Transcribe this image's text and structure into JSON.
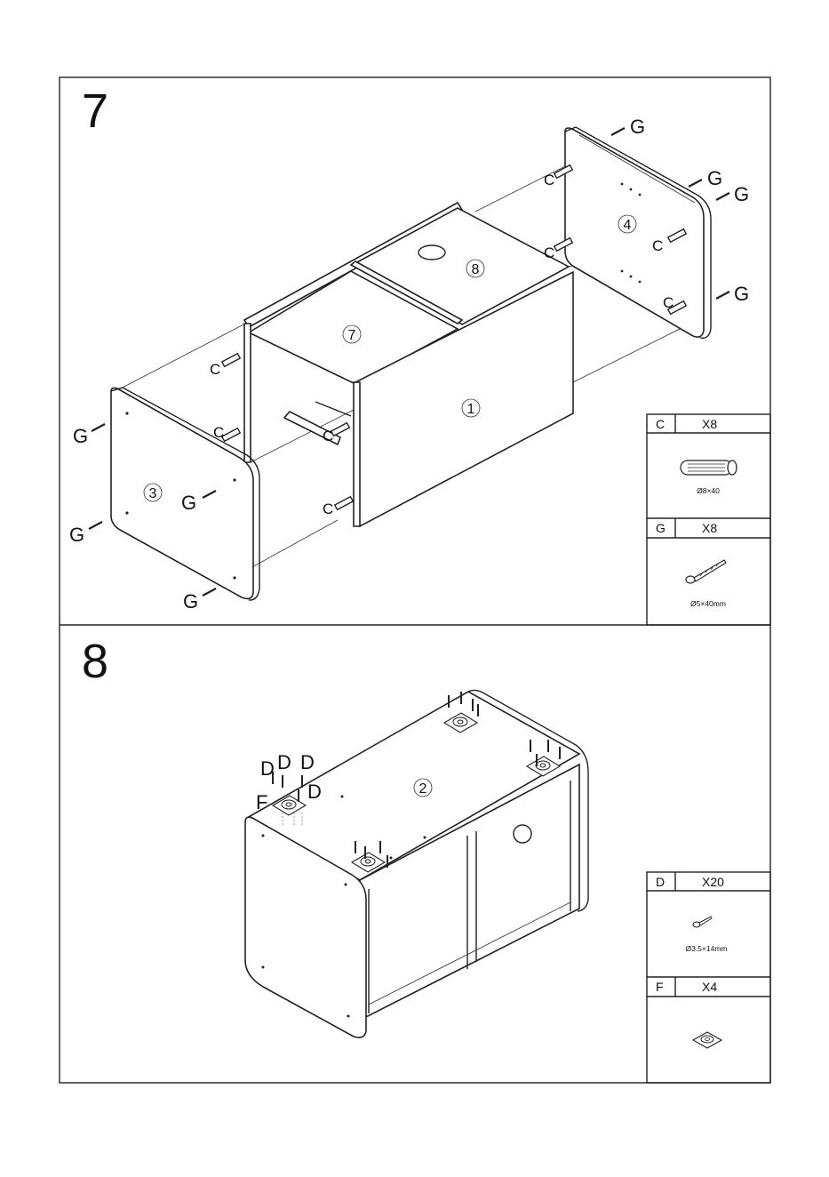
{
  "steps": [
    {
      "number": "7"
    },
    {
      "number": "8"
    }
  ],
  "parts": {
    "p1": "1",
    "p2": "2",
    "p3": "3",
    "p4": "4",
    "p7": "7",
    "p8": "8"
  },
  "labels": {
    "C": "C",
    "G": "G",
    "D": "D",
    "F": "F"
  },
  "hardware": {
    "C": {
      "letter": "C",
      "qty": "X8",
      "spec": "Ø8×40"
    },
    "G": {
      "letter": "G",
      "qty": "X8",
      "spec": "Ø5×40mm"
    },
    "D": {
      "letter": "D",
      "qty": "X20",
      "spec": "Ø3.5×14mm"
    },
    "F": {
      "letter": "F",
      "qty": "X4",
      "spec": ""
    }
  }
}
